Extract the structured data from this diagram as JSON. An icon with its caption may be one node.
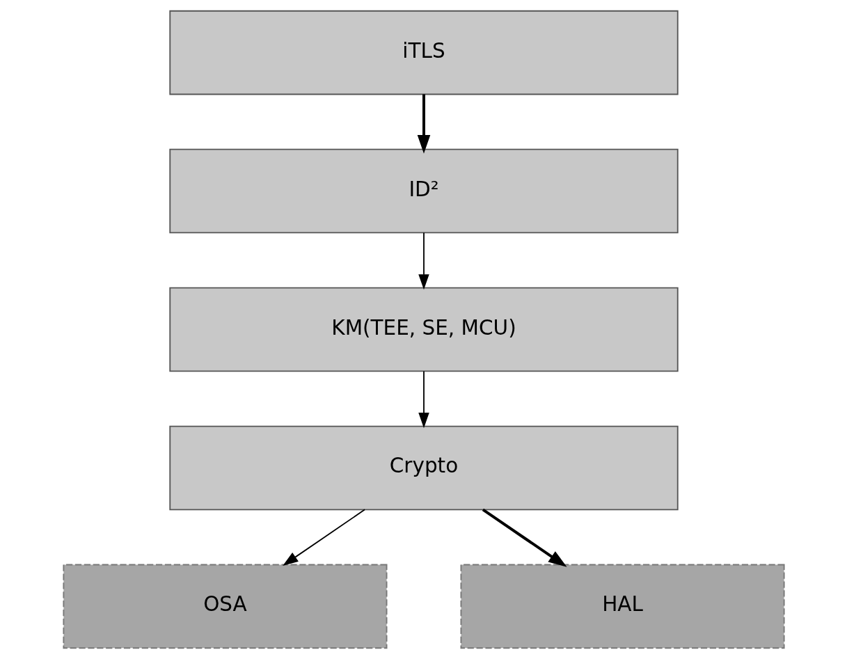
{
  "diagram": {
    "nodes": [
      {
        "text": [
          "iTLS"
        ]
      },
      {
        "text": [
          "ID²"
        ]
      },
      {
        "text": [
          "KM(TEE, SE, MCU)"
        ]
      },
      {
        "text": [
          "Crypto"
        ]
      },
      {
        "text": [
          "OSA"
        ]
      },
      {
        "text": [
          "HAL"
        ]
      }
    ],
    "edges": [
      {
        "from": 0,
        "to": 1,
        "arrow": "to",
        "style": "thick"
      },
      {
        "from": 1,
        "to": 2,
        "arrow": "to"
      },
      {
        "from": 2,
        "to": 3,
        "arrow": "to"
      },
      {
        "from": 3,
        "to": 4,
        "arrow": "to"
      },
      {
        "from": 3,
        "to": 5,
        "arrow": "to",
        "style": "thick"
      }
    ]
  }
}
